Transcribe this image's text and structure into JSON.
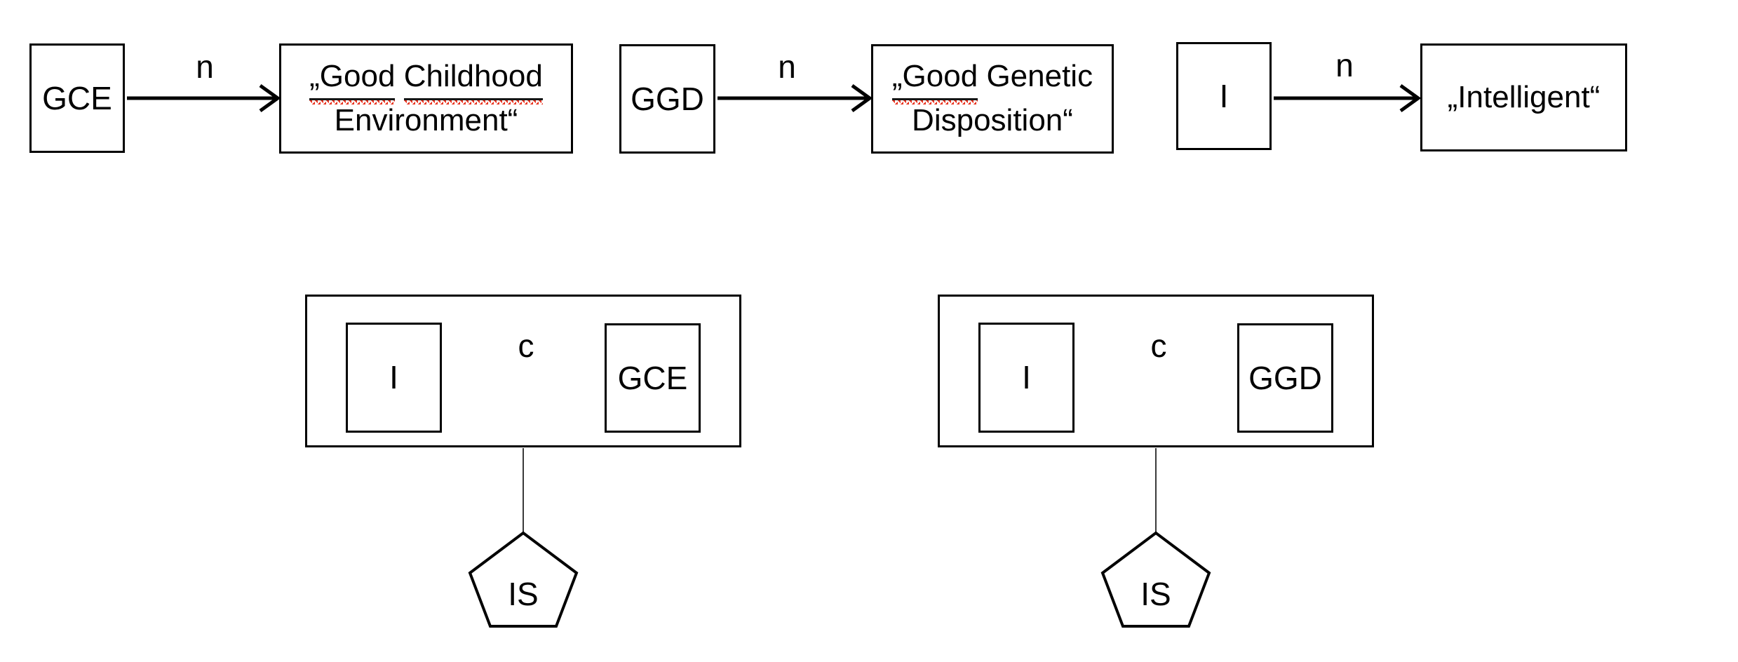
{
  "diagram_title": "",
  "colors": {
    "background": "#ffffff",
    "stroke": "#000000",
    "misspelling_underline": "#161616",
    "misspelling_squiggle": "#e8321e"
  },
  "top_row": [
    {
      "source_label": "GCE",
      "edge_label": "n",
      "target": {
        "line1_word1": "„Good",
        "line1_word2": "Childhood",
        "line2": "Environment“"
      }
    },
    {
      "source_label": "GGD",
      "edge_label": "n",
      "target": {
        "line1_word1": "„Good",
        "line1_word2": "Genetic",
        "line2": "Disposition“"
      }
    },
    {
      "source_label": "I",
      "edge_label": "n",
      "target": {
        "line1": "„Intelligent“"
      }
    }
  ],
  "bottom_row": [
    {
      "left_label": "I",
      "edge_label": "c",
      "right_label": "GCE",
      "pentagon_label": "IS"
    },
    {
      "left_label": "I",
      "edge_label": "c",
      "right_label": "GGD",
      "pentagon_label": "IS"
    }
  ]
}
